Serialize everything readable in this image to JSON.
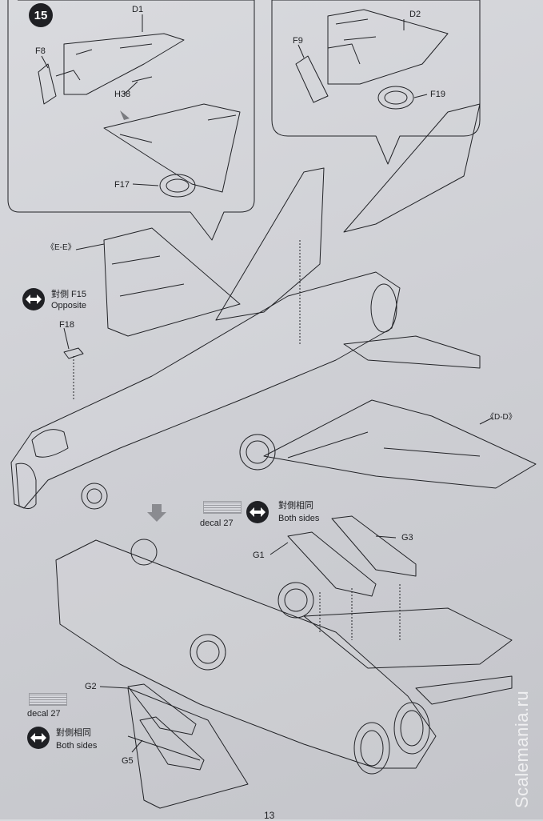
{
  "step": {
    "number": "15"
  },
  "parts": {
    "d1": "D1",
    "d2": "D2",
    "f8": "F8",
    "f9": "F9",
    "h38": "H38",
    "f19": "F19",
    "f17": "F17",
    "f18": "F18",
    "g1": "G1",
    "g2": "G2",
    "g3": "G3",
    "g5": "G5"
  },
  "views": {
    "e_e": "《E-E》",
    "d_d": "《D-D》"
  },
  "notes": {
    "opposite_cn": "對側 F15",
    "opposite_en": "Opposite",
    "both_cn": "對側相同",
    "both_en": "Both sides",
    "both_cn_2": "對側相同",
    "both_en_2": "Both sides",
    "decal_1": "decal 27",
    "decal_2": "decal 27"
  },
  "page": {
    "number": "13"
  },
  "watermark": {
    "text": "Scalemania.ru"
  },
  "icons": {
    "double_arrow": "left-right-arrow-icon",
    "process_arrow": "down-arrow-icon"
  },
  "colors": {
    "ink": "#1e1f22",
    "paper": "#d4d5da",
    "badge": "#1f2024"
  }
}
